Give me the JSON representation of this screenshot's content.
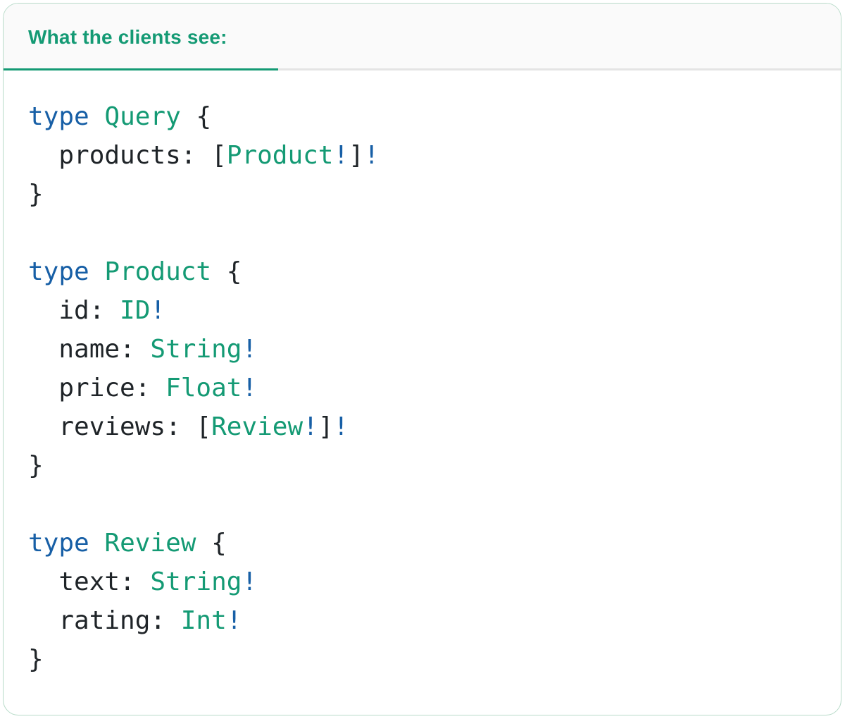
{
  "tab": {
    "label": "What the clients see:"
  },
  "colors": {
    "accent_green": "#149a74",
    "keyword_blue": "#175fa6",
    "plain_text": "#1f2428",
    "tab_bg": "#fafafa",
    "tab_divider": "#e4e4e4",
    "card_border": "#b8dbc9",
    "card_bg": "#ffffff"
  },
  "code": {
    "language": "graphql-sdl",
    "lines": [
      [
        {
          "t": "type",
          "s": "keyword"
        },
        {
          "t": " ",
          "s": "plain"
        },
        {
          "t": "Query",
          "s": "type"
        },
        {
          "t": " {",
          "s": "plain"
        }
      ],
      [
        {
          "t": "  products: [",
          "s": "plain"
        },
        {
          "t": "Product",
          "s": "type"
        },
        {
          "t": "!",
          "s": "keyword"
        },
        {
          "t": "]",
          "s": "plain"
        },
        {
          "t": "!",
          "s": "keyword"
        }
      ],
      [
        {
          "t": "}",
          "s": "plain"
        }
      ],
      [],
      [
        {
          "t": "type",
          "s": "keyword"
        },
        {
          "t": " ",
          "s": "plain"
        },
        {
          "t": "Product",
          "s": "type"
        },
        {
          "t": " {",
          "s": "plain"
        }
      ],
      [
        {
          "t": "  id: ",
          "s": "plain"
        },
        {
          "t": "ID",
          "s": "type"
        },
        {
          "t": "!",
          "s": "keyword"
        }
      ],
      [
        {
          "t": "  name: ",
          "s": "plain"
        },
        {
          "t": "String",
          "s": "type"
        },
        {
          "t": "!",
          "s": "keyword"
        }
      ],
      [
        {
          "t": "  price: ",
          "s": "plain"
        },
        {
          "t": "Float",
          "s": "type"
        },
        {
          "t": "!",
          "s": "keyword"
        }
      ],
      [
        {
          "t": "  reviews: [",
          "s": "plain"
        },
        {
          "t": "Review",
          "s": "type"
        },
        {
          "t": "!",
          "s": "keyword"
        },
        {
          "t": "]",
          "s": "plain"
        },
        {
          "t": "!",
          "s": "keyword"
        }
      ],
      [
        {
          "t": "}",
          "s": "plain"
        }
      ],
      [],
      [
        {
          "t": "type",
          "s": "keyword"
        },
        {
          "t": " ",
          "s": "plain"
        },
        {
          "t": "Review",
          "s": "type"
        },
        {
          "t": " {",
          "s": "plain"
        }
      ],
      [
        {
          "t": "  text: ",
          "s": "plain"
        },
        {
          "t": "String",
          "s": "type"
        },
        {
          "t": "!",
          "s": "keyword"
        }
      ],
      [
        {
          "t": "  rating: ",
          "s": "plain"
        },
        {
          "t": "Int",
          "s": "type"
        },
        {
          "t": "!",
          "s": "keyword"
        }
      ],
      [
        {
          "t": "}",
          "s": "plain"
        }
      ]
    ]
  }
}
